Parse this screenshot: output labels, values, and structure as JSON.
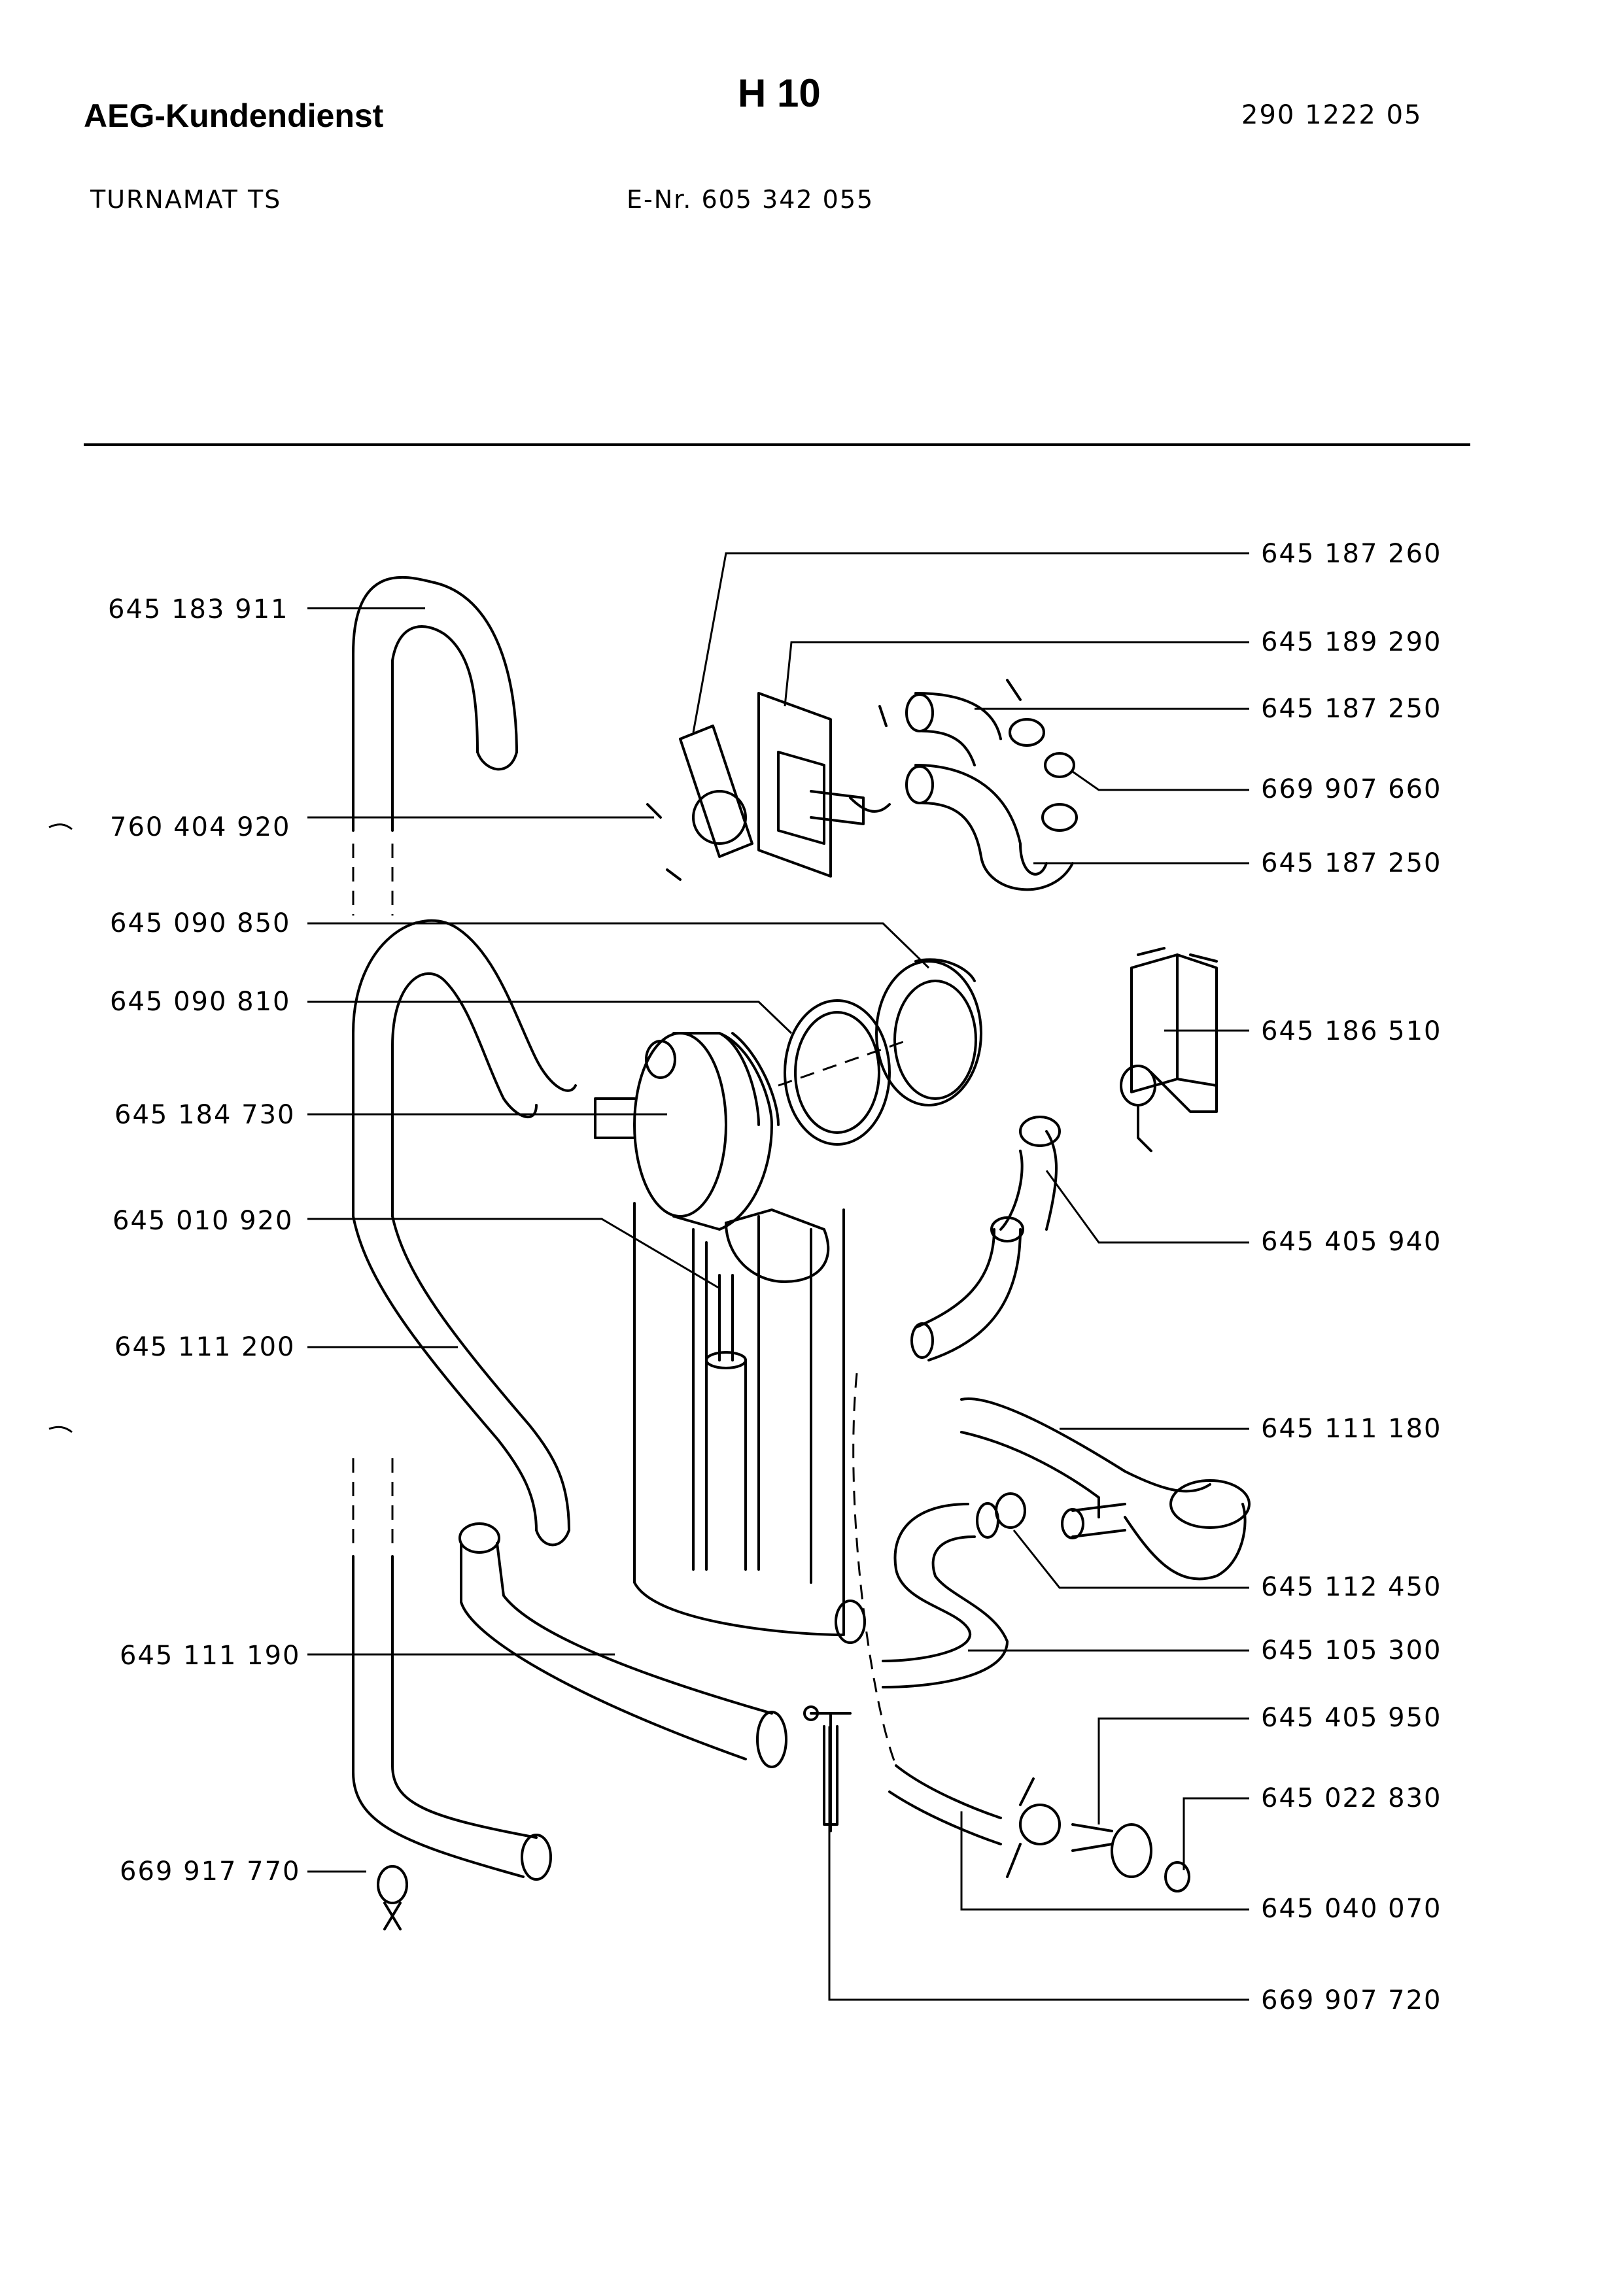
{
  "header": {
    "brand": "AEG-Kundendienst",
    "page_code": "H 10",
    "doc_number": "290 1222 05",
    "model": "TURNAMAT  TS",
    "e_nr": "E-Nr.  605 342 055"
  },
  "parts": [
    "645 183 911",
    "760 404 920",
    "645 090 850",
    "645 090 810",
    "645 184 730",
    "645 010 920",
    "645 111 200",
    "645 111 190",
    "669 917 770",
    "645 187 260",
    "645 189 290",
    "645 187 250",
    "669 907 660",
    "645 187 250",
    "645 186 510",
    "645 405 940",
    "645 111 180",
    "645 112 450",
    "645 105 300",
    "645 405 950",
    "645 022 830",
    "645 040 070",
    "669 907 720"
  ]
}
